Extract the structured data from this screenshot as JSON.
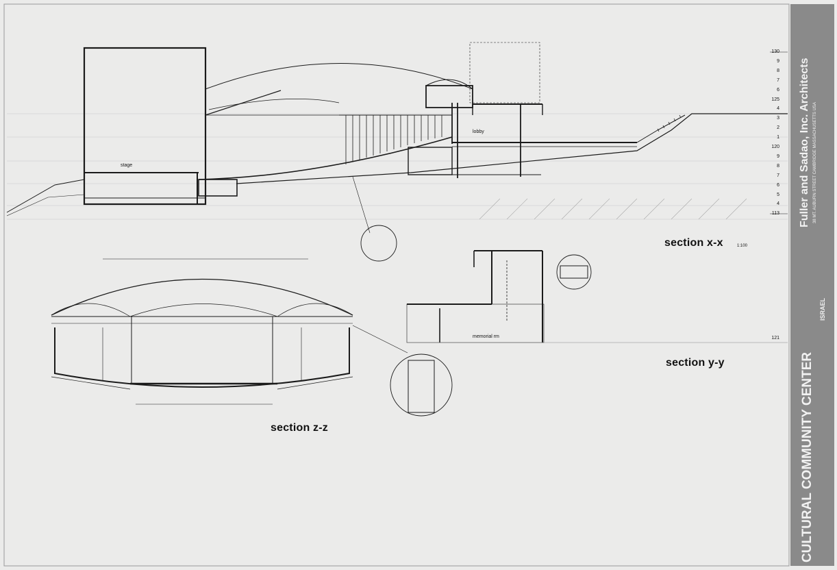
{
  "labels": {
    "section_xx": "section x-x",
    "scale": "1:100",
    "section_yy": "section y-y",
    "section_zz": "section z-z",
    "stage": "stage",
    "lobby": "lobby",
    "memorial_rm": "memorial rm"
  },
  "elevation_ticks_upper": [
    "130",
    "9",
    "8",
    "7",
    "6",
    "125",
    "4",
    "3",
    "2",
    "1",
    "120",
    "9",
    "8",
    "7",
    "6",
    "5",
    "4",
    "113"
  ],
  "elevation_ticks_lower": [
    "121"
  ],
  "title_block": {
    "architects": "Fuller and Sadao, Inc. Architects",
    "address": "38 MT. AUBURN STREET   CAMBRIDGE  MASSACHUSETTS  USA",
    "project": "CULTURAL COMMUNITY CENTER",
    "location": "ISRAEL"
  },
  "colors": {
    "paper": "#ebebea",
    "ink": "#1a1a1a",
    "title_block": "#8a8a8a"
  }
}
